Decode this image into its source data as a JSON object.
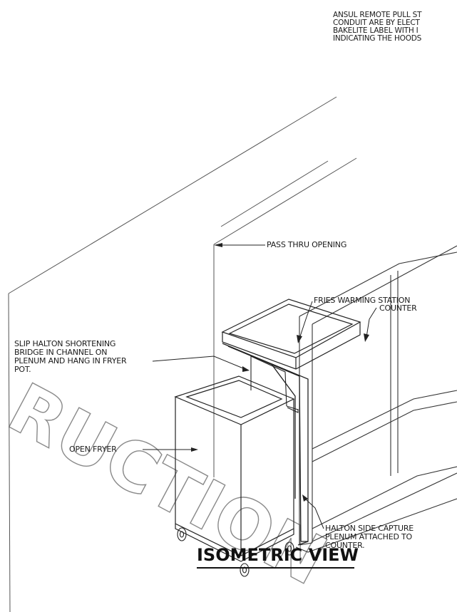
{
  "top_note": {
    "lines": [
      "ANSUL REMOTE PULL ST",
      "CONDUIT ARE BY ELECT",
      "BAKELITE LABEL WITH I",
      "INDICATING THE HOODS"
    ]
  },
  "labels": {
    "pass_thru_opening": "PASS THRU OPENING",
    "fries_warming_station": "FRIES WARMING STATION",
    "counter": "COUNTER",
    "slip_bridge": [
      "SLIP HALTON SHORTENING",
      "BRIDGE IN CHANNEL ON",
      "PLENUM AND  HANG IN FRYER",
      "POT."
    ],
    "open_fryer": "OPEN FRYER",
    "side_capture": [
      "HALTON SIDE CAPTURE",
      "PLENUM ATTACHED TO",
      "COUNTER."
    ]
  },
  "view_title": "ISOMETRIC VIEW",
  "watermark": "RUCTION",
  "colors": {
    "line": "#2a2a2a",
    "light_line": "#7a7a7a",
    "paper": "#ffffff"
  }
}
